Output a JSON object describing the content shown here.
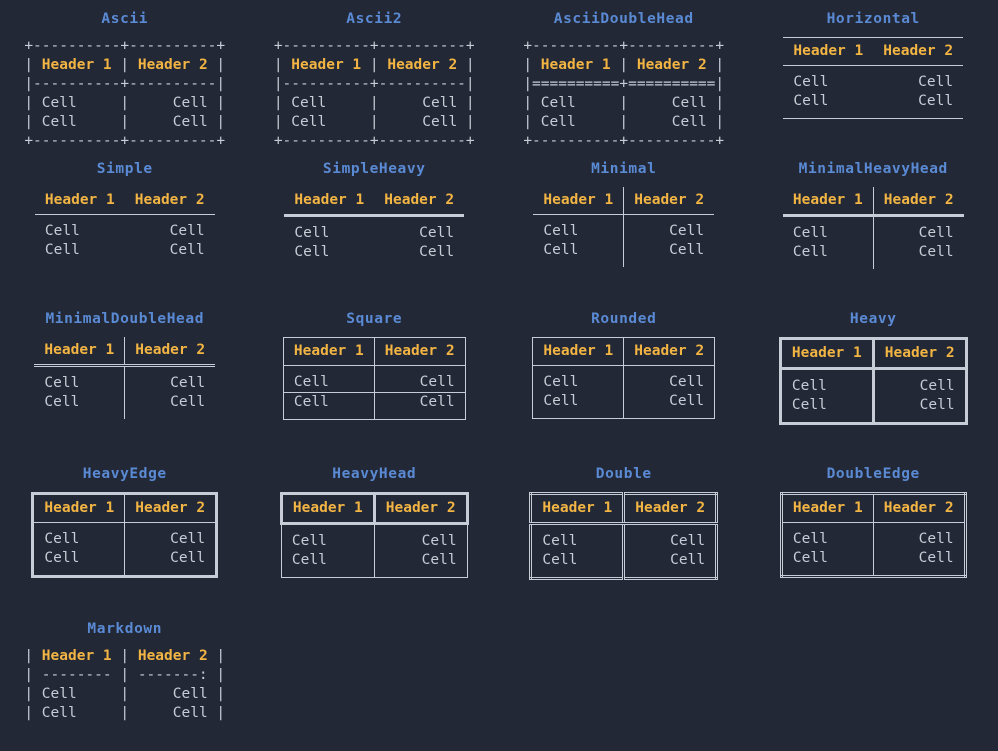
{
  "theme": {
    "background": "#232836",
    "title_color": "#5a8ad4",
    "header_color": "#f2b544",
    "cell_color": "#c8ccd6",
    "line_color": "#c8ccd6"
  },
  "common": {
    "header_1": "Header 1",
    "header_2": "Header 2",
    "cell": "Cell"
  },
  "tables": [
    {
      "id": "ascii",
      "title": "Ascii",
      "render": "ascii",
      "lines": [
        [
          {
            "t": "+----------+----------+",
            "s": "b"
          }
        ],
        [
          {
            "t": "| ",
            "s": "b"
          },
          {
            "t": "Header 1",
            "s": "h"
          },
          {
            "t": " | ",
            "s": "b"
          },
          {
            "t": "Header 2",
            "s": "h"
          },
          {
            "t": " |",
            "s": "b"
          }
        ],
        [
          {
            "t": "|----------+----------|",
            "s": "b"
          }
        ],
        [
          {
            "t": "| ",
            "s": "b"
          },
          {
            "t": "Cell    ",
            "s": "c"
          },
          {
            "t": " | ",
            "s": "b"
          },
          {
            "t": "    Cell",
            "s": "c"
          },
          {
            "t": " |",
            "s": "b"
          }
        ],
        [
          {
            "t": "| ",
            "s": "b"
          },
          {
            "t": "Cell    ",
            "s": "c"
          },
          {
            "t": " | ",
            "s": "b"
          },
          {
            "t": "    Cell",
            "s": "c"
          },
          {
            "t": " |",
            "s": "b"
          }
        ],
        [
          {
            "t": "+----------+----------+",
            "s": "b"
          }
        ]
      ]
    },
    {
      "id": "ascii2",
      "title": "Ascii2",
      "render": "ascii",
      "lines": [
        [
          {
            "t": "+----------+----------+",
            "s": "b"
          }
        ],
        [
          {
            "t": "| ",
            "s": "b"
          },
          {
            "t": "Header 1",
            "s": "h"
          },
          {
            "t": " | ",
            "s": "b"
          },
          {
            "t": "Header 2",
            "s": "h"
          },
          {
            "t": " |",
            "s": "b"
          }
        ],
        [
          {
            "t": "|----------+----------|",
            "s": "b"
          }
        ],
        [
          {
            "t": "| ",
            "s": "b"
          },
          {
            "t": "Cell    ",
            "s": "c"
          },
          {
            "t": " | ",
            "s": "b"
          },
          {
            "t": "    Cell",
            "s": "c"
          },
          {
            "t": " |",
            "s": "b"
          }
        ],
        [
          {
            "t": "| ",
            "s": "b"
          },
          {
            "t": "Cell    ",
            "s": "c"
          },
          {
            "t": " | ",
            "s": "b"
          },
          {
            "t": "    Cell",
            "s": "c"
          },
          {
            "t": " |",
            "s": "b"
          }
        ],
        [
          {
            "t": "+----------+----------+",
            "s": "b"
          }
        ]
      ]
    },
    {
      "id": "asciidoublehead",
      "title": "AsciiDoubleHead",
      "render": "ascii",
      "lines": [
        [
          {
            "t": "+----------+----------+",
            "s": "b"
          }
        ],
        [
          {
            "t": "| ",
            "s": "b"
          },
          {
            "t": "Header 1",
            "s": "h"
          },
          {
            "t": " | ",
            "s": "b"
          },
          {
            "t": "Header 2",
            "s": "h"
          },
          {
            "t": " |",
            "s": "b"
          }
        ],
        [
          {
            "t": "|==========+==========|",
            "s": "b"
          }
        ],
        [
          {
            "t": "| ",
            "s": "b"
          },
          {
            "t": "Cell    ",
            "s": "c"
          },
          {
            "t": " | ",
            "s": "b"
          },
          {
            "t": "    Cell",
            "s": "c"
          },
          {
            "t": " |",
            "s": "b"
          }
        ],
        [
          {
            "t": "| ",
            "s": "b"
          },
          {
            "t": "Cell    ",
            "s": "c"
          },
          {
            "t": " | ",
            "s": "b"
          },
          {
            "t": "    Cell",
            "s": "c"
          },
          {
            "t": " |",
            "s": "b"
          }
        ],
        [
          {
            "t": "+----------+----------+",
            "s": "b"
          }
        ]
      ]
    },
    {
      "id": "horizontal",
      "title": "Horizontal",
      "render": "box",
      "variant": "v-horizontal"
    },
    {
      "id": "simple",
      "title": "Simple",
      "render": "box",
      "variant": "v-simple"
    },
    {
      "id": "simpleheavy",
      "title": "SimpleHeavy",
      "render": "box",
      "variant": "v-simpleheavy"
    },
    {
      "id": "minimal",
      "title": "Minimal",
      "render": "box",
      "variant": "v-minimal"
    },
    {
      "id": "minimalheavyhead",
      "title": "MinimalHeavyHead",
      "render": "box",
      "variant": "v-minimalheavyhead"
    },
    {
      "id": "minimaldoublehead",
      "title": "MinimalDoubleHead",
      "render": "box",
      "variant": "v-minimaldoublehead"
    },
    {
      "id": "square",
      "title": "Square",
      "render": "box",
      "variant": "v-square"
    },
    {
      "id": "rounded",
      "title": "Rounded",
      "render": "box",
      "variant": "v-rounded"
    },
    {
      "id": "heavy",
      "title": "Heavy",
      "render": "box",
      "variant": "v-heavy"
    },
    {
      "id": "heavyedge",
      "title": "HeavyEdge",
      "render": "box",
      "variant": "v-heavyedge"
    },
    {
      "id": "heavyhead",
      "title": "HeavyHead",
      "render": "box",
      "variant": "v-heavyhead"
    },
    {
      "id": "double",
      "title": "Double",
      "render": "box",
      "variant": "v-double"
    },
    {
      "id": "doubleedge",
      "title": "DoubleEdge",
      "render": "box",
      "variant": "v-doubleedge"
    },
    {
      "id": "markdown",
      "title": "Markdown",
      "render": "ascii",
      "lines": [
        [
          {
            "t": "| ",
            "s": "b"
          },
          {
            "t": "Header 1",
            "s": "h"
          },
          {
            "t": " | ",
            "s": "b"
          },
          {
            "t": "Header 2",
            "s": "h"
          },
          {
            "t": " |",
            "s": "b"
          }
        ],
        [
          {
            "t": "| -------- | -------: |",
            "s": "b"
          }
        ],
        [
          {
            "t": "| ",
            "s": "b"
          },
          {
            "t": "Cell    ",
            "s": "c"
          },
          {
            "t": " | ",
            "s": "b"
          },
          {
            "t": "    Cell",
            "s": "c"
          },
          {
            "t": " |",
            "s": "b"
          }
        ],
        [
          {
            "t": "| ",
            "s": "b"
          },
          {
            "t": "Cell    ",
            "s": "c"
          },
          {
            "t": " | ",
            "s": "b"
          },
          {
            "t": "    Cell",
            "s": "c"
          },
          {
            "t": " |",
            "s": "b"
          }
        ]
      ]
    }
  ]
}
